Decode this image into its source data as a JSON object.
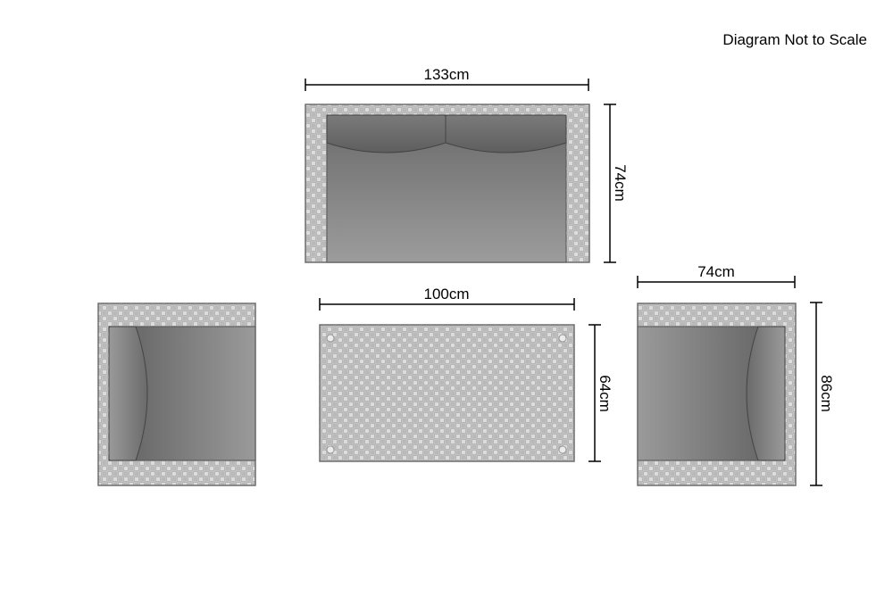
{
  "note": "Diagram Not to Scale",
  "sofa": {
    "width": "133cm",
    "depth": "74cm"
  },
  "table": {
    "width": "100cm",
    "depth": "64cm"
  },
  "chair": {
    "width": "74cm",
    "depth": "86cm"
  },
  "colors": {
    "wicker_light": "#d6d6d6",
    "wicker_dark": "#a9a9a9",
    "frame_stroke": "#6e6e6e",
    "cushion_top": "#6a6a6a",
    "cushion_bottom": "#9c9c9c",
    "dimension_line": "#000000"
  }
}
